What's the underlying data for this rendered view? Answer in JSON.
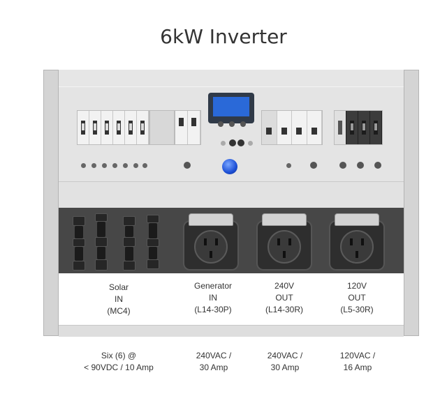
{
  "title": "6kW Inverter",
  "ports": [
    {
      "name": "Solar",
      "direction": "IN",
      "connector": "(MC4)",
      "spec_line1": "Six (6) @",
      "spec_line2": "< 90VDC / 10 Amp"
    },
    {
      "name": "Generator",
      "direction": "IN",
      "connector": "(L14-30P)",
      "spec_line1": "240VAC /",
      "spec_line2": "30 Amp"
    },
    {
      "name": "240V",
      "direction": "OUT",
      "connector": "(L14-30R)",
      "spec_line1": "240VAC /",
      "spec_line2": "30 Amp"
    },
    {
      "name": "120V",
      "direction": "OUT",
      "connector": "(L5-30R)",
      "spec_line1": "120VAC /",
      "spec_line2": "16 Amp"
    }
  ],
  "colors": {
    "display_screen": "#2a69d8",
    "power_button": "#1c4fd6",
    "connector_band": "#474747"
  },
  "icons": [
    "breaker-icon",
    "display-icon",
    "power-button-icon",
    "mc4-connector-icon",
    "twist-lock-outlet-icon"
  ]
}
